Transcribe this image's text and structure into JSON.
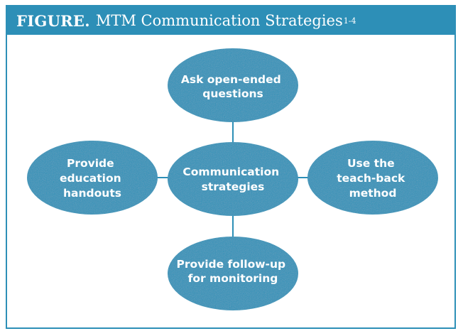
{
  "figure": {
    "label": "FIGURE.",
    "title": "MTM Communication Strategies",
    "superscript": "1-4"
  },
  "diagram": {
    "center": {
      "lines": [
        "Communication",
        "strategies"
      ]
    },
    "top": {
      "lines": [
        "Ask open-ended",
        "questions"
      ]
    },
    "left": {
      "lines": [
        "Provide",
        "education",
        "handouts"
      ]
    },
    "right": {
      "lines": [
        "Use the",
        "teach-back",
        "method"
      ]
    },
    "bottom": {
      "lines": [
        "Provide follow-up",
        "for monitoring"
      ]
    }
  },
  "colors": {
    "accent": "#2d8fb7",
    "node_fill": "#2e93b9",
    "connector": "#2d8fb7"
  }
}
